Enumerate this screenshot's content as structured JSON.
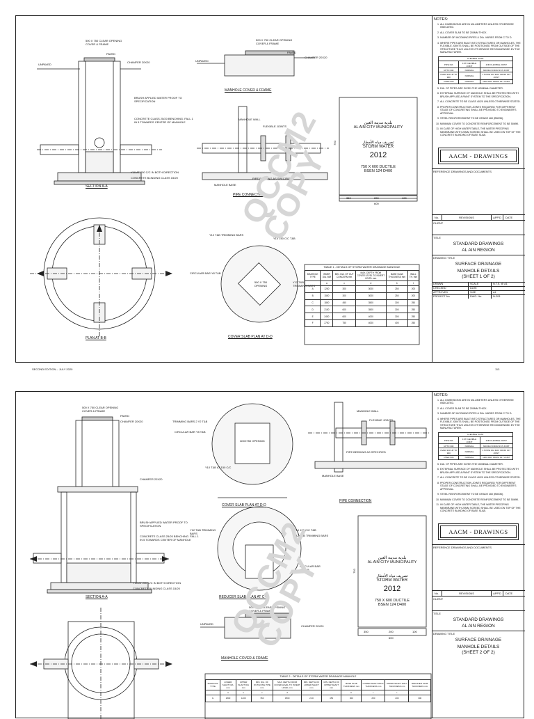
{
  "sheet1": {
    "labels": {
      "cover_opening": "500 X 750 CLEAR OPENING COVER & FRAME",
      "paved": "PAVED",
      "unpaved": "UNPAVED",
      "chamfer": "CHAMFER 20X20",
      "waterproof": "BRUSH APPLIED WATER PROOF TO SPECIFICATION",
      "benching": "CONCRETE CLASS 25/20 BENCHING. FALL 1 IN 5 TOWARDS CENTER OF MANHOLE",
      "y10": "Y10 AT 200 C/C IN BOTH DIRECTION",
      "blinding": "CONCRETE BLINDING CLASS 15/20",
      "manhole_wall": "MANHOLE WALL",
      "flexible_joints": "FLEXIBLE JOINTS",
      "pipe_bedding": "PIPE BEDDING AS SPECIFIED",
      "manhole_base": "MANHOLE BASE",
      "y12_trimming": "Y12 T&B TRIMMING BARS",
      "y10_150": "Y10 150 C/C T&B",
      "circular_bar": "CIRCULAR BAR Y8 T&B",
      "y12_trimming_right": "Y12 T&B TRIMMING BARS",
      "opening": "500 X 750 OPENING"
    },
    "captions": {
      "section_aa": "SECTION A-A",
      "cover_frame": "MANHOLE COVER & FRAME",
      "pipe_connection": "PIPE CONNECTION",
      "plan_bb": "PLAN AT B-B",
      "cover_slab": "COVER SLAB PLAN AT D-D"
    },
    "cover": {
      "arabic1": "بلدية مدينة العين",
      "municipality": "AL AIN CITY MUNICIPALITY",
      "arabic2": "تصريف مياه الأمطار",
      "storm": "STORM WATER",
      "year": "2012",
      "ductile": "750 X 600 DUCTILE",
      "bsen": "BSEN 124 D400",
      "dims": [
        "350",
        "200",
        "100"
      ],
      "total": "600",
      "side": "750"
    },
    "table": {
      "title": "TABLE 1 - DETAILS OF STORM WATER DRAINAGE MANHOLE",
      "headers": [
        "MANHOLE TYPE",
        "INNER DIA. MM",
        "MIN. DIA. OF OUT CONCERN mm",
        "MAX. DEPTH FROM COVER LEVEL TO INVERT LEVEL mm",
        "BASE SLAB THICKNESS mm",
        "WALL TH. mm"
      ],
      "letters": [
        "",
        "a",
        "c",
        "d",
        "b",
        "t"
      ],
      "rows": [
        [
          "A",
          "1200",
          "300",
          "3000",
          "250",
          "200"
        ],
        [
          "B",
          "1500",
          "300",
          "3000",
          "250",
          "200"
        ],
        [
          "C",
          "1800",
          "450",
          "3500",
          "300",
          "250"
        ],
        [
          "D",
          "2100",
          "600",
          "3500",
          "300",
          "250"
        ],
        [
          "E",
          "2400",
          "600",
          "4000",
          "300",
          "250"
        ],
        [
          "F",
          "2700",
          "750",
          "4000",
          "400",
          "250"
        ]
      ]
    },
    "footer_left": "SECOND EDITION – JULY 2020",
    "footer_right": "113"
  },
  "sheet2": {
    "labels": {
      "trimming": "TRIMMING BARS 2 Y2 T&B",
      "circular": "CIRCULAR BAR Y8 T&B",
      "y10_150": "Y10 T&B AT 150 C/C",
      "opening": "600X750 OPENING",
      "y12_trimming": "Y12 T&B TRIMMING BARS",
      "y10_cc": "Y10 150 C/C T&B",
      "y12_tb": "Y12 T&B TRIMMING BARS",
      "circular2": "CIRCULAR BAR Y8 T&B",
      "chamfer": "CHAMFER 20X20",
      "waterproof": "BRUSH APPLIED WATER PROOF TO SPECIFICATION",
      "benching": "CONCRETE CLASS 25/20 BENCHING. FALL 1 IN 5 TOWARDS CENTER OF MANHOLE",
      "y10": "Y10 AT 200 C/C IN BOTH DIRECTION",
      "blinding": "CONCRETE BLINDING CLASS 15/20",
      "manhole_wall": "MANHOLE WALL",
      "flexible": "FLEXIBLE JOINTS",
      "bedding": "PIPE BEDDING AS SPECIFIED",
      "base": "MANHOLE BASE",
      "cover_opening": "500 X 750 CLEAR OPENING COVER & FRAME",
      "paved": "PAVED",
      "unpaved": "UNPAVED"
    },
    "captions": {
      "section_aa": "SECTION A-A",
      "cover_slab": "COVER SLAB PLAN AT D-D",
      "pipe_connection": "PIPE CONNECTION",
      "reducer": "REDUCER SLAB PLAN AT C-C",
      "cover_frame": "MANHOLE COVER & FRAME"
    },
    "table": {
      "title": "TABLE 2 - DETAILS OF STORM WATER DRAINAGE MANHOLE",
      "headers": [
        "MANHOLE TYPE",
        "LOWER SHAFT DIA. mm",
        "UPPER SHAFT DIA mm",
        "MIN. DIA. OF OUTGOING PIPE mm",
        "MAX. DEPTH FROM COVER LEVEL TO INVERT LEVEL mm",
        "MIN. DEPTH OF LOWER SHAFT mm",
        "MIN. DEPTH OF UPPER SHAFT mm",
        "BASE SLAB THICKNESS mm",
        "LOWER SHAFT WALL THICKNESS mm",
        "UPPER SHAFT WALL THICKNESS mm",
        "REDUCER SLAB THICKNESS mm"
      ],
      "letters": [
        "",
        "a",
        "e",
        "c",
        "d",
        "",
        "",
        "b",
        "t",
        "t",
        ""
      ],
      "rows": [
        [
          "G",
          "1800",
          "1200",
          "350",
          "3500",
          "2.00",
          "450",
          "300",
          "250",
          "200",
          "300"
        ]
      ]
    }
  },
  "titleblock": {
    "notes_heading": "NOTES:",
    "notes_top": [
      "ALL DIMENSIONS ARE IN MILLIMETERS UNLESS OTHERWISE INDICATED.",
      "ALL COVER SLAB TO BE 200MM THICK.",
      "NUMBER OF INCOMING PIPES & DIA. VARIES FROM C TO D.",
      "WHERE PIPES ARE BUILT INTO STRUCTURES OR MANHOLES, THE FLEXIBLE JOINTS SHALL BE POSITIONED FROM OUTSIDE OF THE STRUCTURE THUS UNLESS OTHERWISE RECOMMENDED BY THE MANUFACTURER."
    ],
    "flex_title": "FLEXIBLE JOINT",
    "flex_headers": [
      "PIPE DIA",
      "1ST FLEXIBLE JOINT",
      "2ND FLEXIBLE JOINT"
    ],
    "flex_rows": [
      [
        "UPTO 300",
        "NORMAL",
        "600 MAX FROM 1ST JOINT"
      ],
      [
        "OVER 300 UP TO 900",
        "NORMAL",
        "1.5 PIPE DIA MAX FROM 1ST JOINT"
      ],
      [
        "OVER 900",
        "NORMAL",
        "1200 MAX FROM 1ST JOINT"
      ]
    ],
    "notes_bottom": [
      "DIA. OF PIPES ARE GIVEN THE NOMINAL DIAMETER.",
      "EXTERNAL SURFACE OF MANHOLE SHALL BE PROTECTED WITH BRUSH APPLIED A PAINT SYSTEM TO THE SPECIFICATION.",
      "ALL CONCRETE TO BE CLASS 40/20 UNLESS OTHERWISE STATED.",
      "PROPER CONSTRUCTION JOINTS REQUIRED FOR DIFFERENT STAGE OF CONCRETING SHALL BE PROVIDED TO ENGINEER'S APPROVAL.",
      "STEEL REINFORCEMENT TO BE GRADE 460 (B500B).",
      "MINIMUM COVER TO CONCRETE REINFORCEMENT TO BE 50MM.",
      "IN CASE OF HIGH WATER TABLE, THE WATER PROOFING MEMBRANE WITH 20MM SCREED SHALL BE USED ON TOP OF THE CONCRETE BLINDING OF BASE SLAB."
    ],
    "logo": "AACM - DRAWINGS",
    "reference": "REFERENCE DRAWINGS AND DOCUMENTS",
    "rev_headers": [
      "No.",
      "REVISIONS",
      "APP'D",
      "DATE"
    ],
    "client": "CLIENT",
    "title_label": "TITLE",
    "title_lines": [
      "STANDARD DRAWINGS",
      "AL AIN REGION"
    ],
    "drawing_title_label": "DRAWING TITLE",
    "dt_lines": [
      "SURFACE DRAINAGE",
      "MANHOLE DETAILS"
    ],
    "sheet1_of": "(SHEET 1 OF 2)",
    "sheet2_of": "(SHEET 2 OF 2)",
    "meta": [
      [
        "DRAWN",
        "SCALE",
        "N.T.S. @ A1"
      ],
      [
        "CHECKED",
        "DATE",
        ""
      ],
      [
        "APPROVED",
        "SIZE",
        "A1"
      ],
      [
        "PROJECT No.",
        "DWG. No.",
        "N-203"
      ]
    ]
  },
  "watermark": [
    "QCCM2",
    "COPY"
  ]
}
